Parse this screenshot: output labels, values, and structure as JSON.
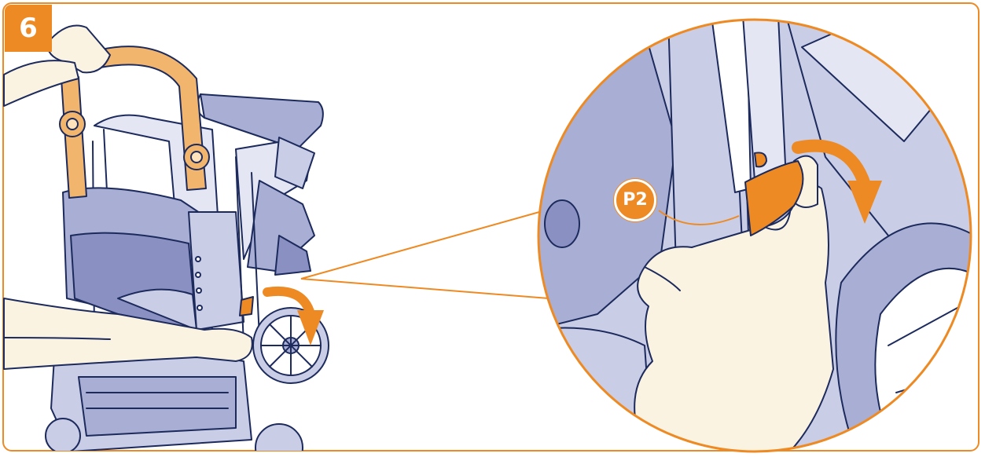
{
  "step": {
    "number": "6"
  },
  "callout": {
    "part_label": "P2"
  },
  "colors": {
    "accent": "#ee8a23",
    "outline": "#1c2a5c",
    "fabric": "#a9afd4",
    "fabric_dark": "#8a90c2",
    "fabric_light": "#c9cde6",
    "frame": "#e4e6f3",
    "skin": "#fbf3e2"
  },
  "icons": [
    "stroller-illustration",
    "rotate-arrow-icon",
    "magnifier-circle",
    "lever-p2"
  ]
}
